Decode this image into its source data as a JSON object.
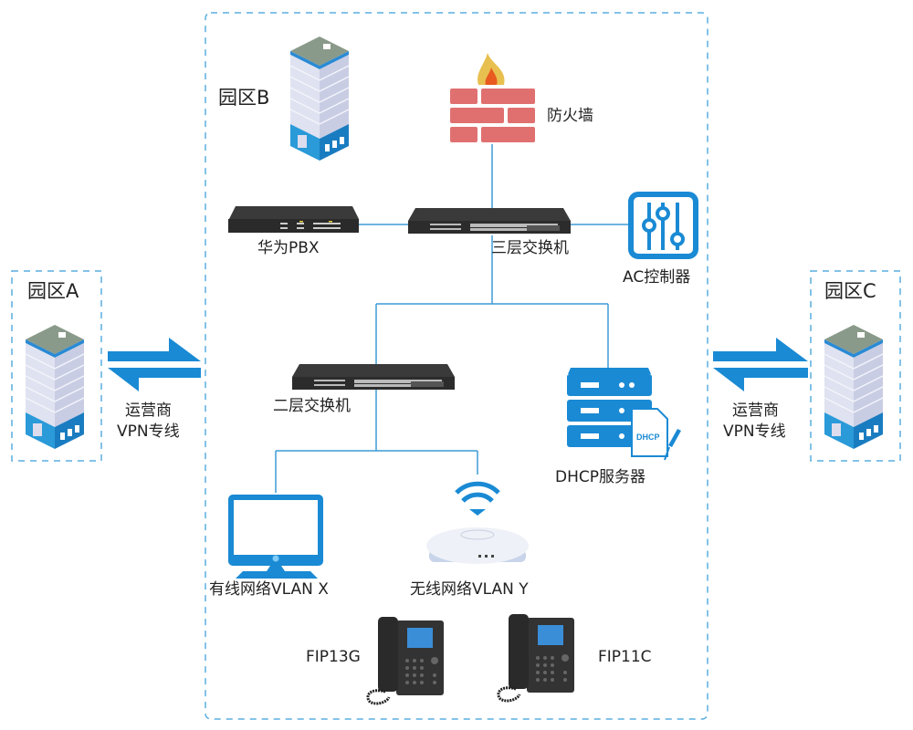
{
  "zones": {
    "a": {
      "label": "园区A"
    },
    "b": {
      "label": "园区B"
    },
    "c": {
      "label": "园区C"
    }
  },
  "links": {
    "left_vpn": {
      "line1": "运营商",
      "line2": "VPN专线"
    },
    "right_vpn": {
      "line1": "运营商",
      "line2": "VPN专线"
    }
  },
  "devices": {
    "firewall": {
      "label": "防火墙"
    },
    "pbx": {
      "label": "华为PBX"
    },
    "l3_switch": {
      "label": "三层交换机"
    },
    "ac_controller": {
      "label": "AC控制器"
    },
    "l2_switch": {
      "label": "二层交换机"
    },
    "dhcp_server": {
      "label": "DHCP服务器",
      "badge": "DHCP"
    },
    "wired_pc": {
      "label": "有线网络VLAN X"
    },
    "wireless_ap": {
      "label": "无线网络VLAN Y"
    },
    "phone_1": {
      "label": "FIP13G"
    },
    "phone_2": {
      "label": "FIP11C"
    }
  },
  "colors": {
    "accent": "#1a8ad4",
    "line": "#3d9bd6",
    "firewall": "#e07070",
    "flame": "#e8c050"
  }
}
